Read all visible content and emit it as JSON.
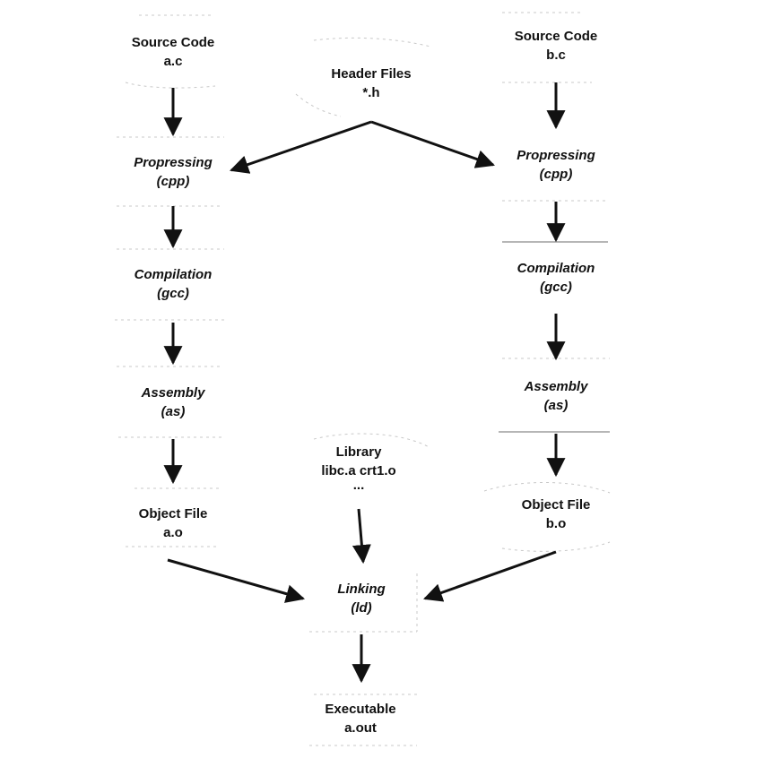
{
  "diagram": {
    "header_files": {
      "line1": "Header Files",
      "line2": "*.h"
    },
    "left": {
      "source": {
        "line1": "Source Code",
        "line2": "a.c"
      },
      "preprocess": {
        "line1": "Propressing",
        "line2": "(cpp)"
      },
      "compile": {
        "line1": "Compilation",
        "line2": "(gcc)"
      },
      "assemble": {
        "line1": "Assembly",
        "line2": "(as)"
      },
      "object": {
        "line1": "Object File",
        "line2": "a.o"
      }
    },
    "right": {
      "source": {
        "line1": "Source Code",
        "line2": "b.c"
      },
      "preprocess": {
        "line1": "Propressing",
        "line2": "(cpp)"
      },
      "compile": {
        "line1": "Compilation",
        "line2": "(gcc)"
      },
      "assemble": {
        "line1": "Assembly",
        "line2": "(as)"
      },
      "object": {
        "line1": "Object File",
        "line2": "b.o"
      }
    },
    "library": {
      "line1": "Library",
      "line2": "libc.a crt1.o",
      "line3": "..."
    },
    "linking": {
      "line1": "Linking",
      "line2": "(ld)"
    },
    "executable": {
      "line1": "Executable",
      "line2": "a.out"
    }
  }
}
